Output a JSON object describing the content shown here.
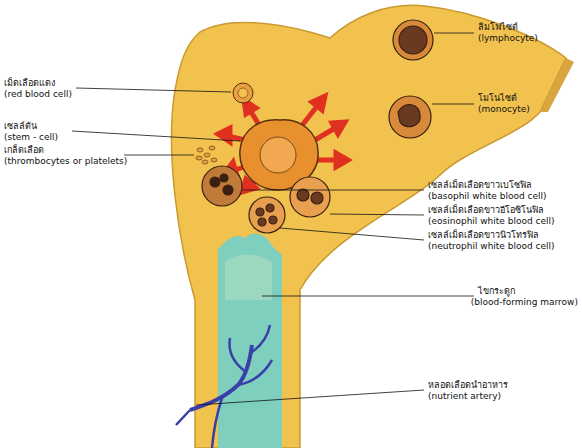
{
  "diagram": {
    "labels": [
      "ลิมโฟไซต์",
      "(lymphocyte)",
      "เม็ดเลือดแดง",
      "(red blood cell)",
      "โมโนไซต์",
      "(monocyte)",
      "เซลล์ต้น",
      "(stem - cell)",
      "เกล็ดเลือด",
      "(thrombocytes or platelets)",
      "เซลล์เม็ดเลือดขาวเบโซฟิล",
      "(basophil white blood cell)",
      "เซลล์เม็ดเลือดขาวอีโอซิโนฟิล",
      "(eosinophil white blood cell)",
      "เซลล์เม็ดเลือดขาวนิวโทรฟิล",
      "(neutrophil white blood cell)",
      "ไขกระดูก",
      "(blood-forming marrow)",
      "หลอดเลือดนำอาหาร",
      "(nutrient artery)"
    ]
  }
}
